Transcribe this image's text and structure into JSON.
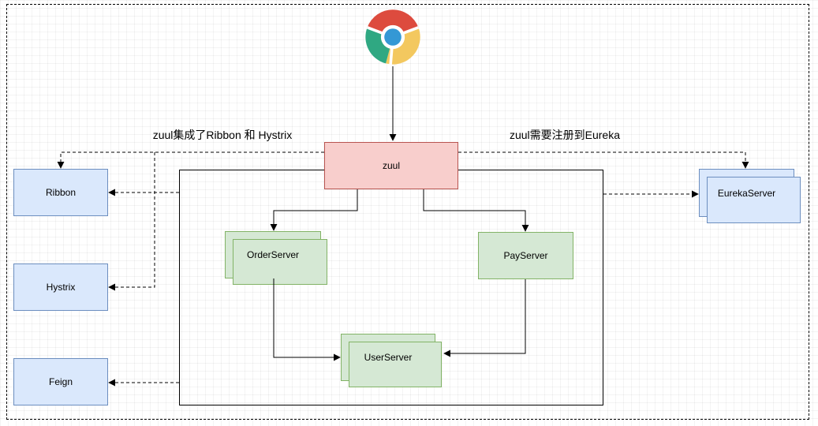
{
  "captions": {
    "left": "zuul集成了Ribbon 和 Hystrix",
    "right": "zuul需要注册到Eureka"
  },
  "nodes": {
    "browser": {
      "icon": "chrome-icon"
    },
    "zuul": {
      "label": "zuul"
    },
    "ribbon": {
      "label": "Ribbon"
    },
    "hystrix": {
      "label": "Hystrix"
    },
    "feign": {
      "label": "Feign"
    },
    "order_server": {
      "label": "OrderServer",
      "stacked": true
    },
    "pay_server": {
      "label": "PayServer",
      "stacked": false
    },
    "user_server": {
      "label": "UserServer",
      "stacked": true
    },
    "eureka_server": {
      "label": "EurekaServer",
      "stacked": true
    }
  },
  "edges": [
    {
      "from": "browser",
      "to": "zuul",
      "style": "solid"
    },
    {
      "from": "zuul",
      "to": "order_server",
      "style": "solid"
    },
    {
      "from": "zuul",
      "to": "pay_server",
      "style": "solid"
    },
    {
      "from": "order_server",
      "to": "user_server",
      "style": "solid"
    },
    {
      "from": "pay_server",
      "to": "user_server",
      "style": "solid"
    },
    {
      "from": "zuul",
      "to": "ribbon",
      "style": "dashed"
    },
    {
      "from": "zuul",
      "to": "hystrix",
      "style": "dashed"
    },
    {
      "from": "zuul",
      "to": "eureka_server",
      "style": "dashed"
    },
    {
      "from": "services_container",
      "to": "ribbon",
      "style": "dashed"
    },
    {
      "from": "services_container",
      "to": "feign",
      "style": "dashed"
    },
    {
      "from": "services_container",
      "to": "eureka_server",
      "style": "dashed"
    }
  ],
  "colors": {
    "zuul_fill": "#f8cecc",
    "zuul_stroke": "#b85450",
    "blue_fill": "#dae8fc",
    "blue_stroke": "#6c8ebf",
    "green_fill": "#d5e8d4",
    "green_stroke": "#82b366",
    "edge_color": "#000000",
    "chrome_red": "#dd4b3e",
    "chrome_green": "#2fa882",
    "chrome_yellow": "#f3c85f",
    "chrome_blue": "#3498d5"
  }
}
